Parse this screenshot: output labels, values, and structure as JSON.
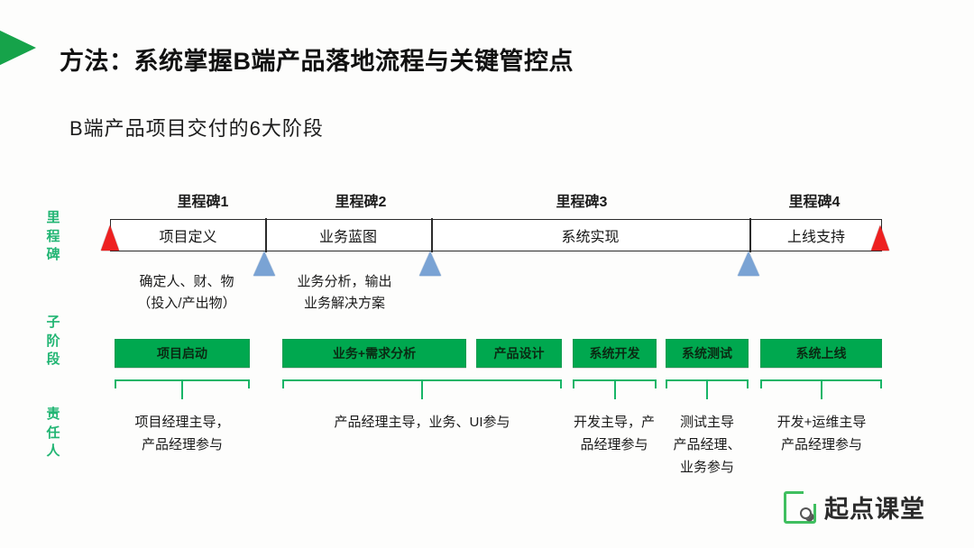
{
  "header": {
    "title": "方法：系统掌握B端产品落地流程与关键管控点",
    "subtitle": "B端产品项目交付的6大阶段",
    "decoration_icon": "green-triangle-icon",
    "accent_color": "#16a34a"
  },
  "rail": {
    "milestone": "里程碑",
    "substage": "子阶段",
    "owner": "责任人",
    "color": "#21b573"
  },
  "milestones": [
    {
      "label": "里程碑1",
      "stage": "项目定义",
      "desc_line1": "确定人、财、物",
      "desc_line2": "（投入/产出物）"
    },
    {
      "label": "里程碑2",
      "stage": "业务蓝图",
      "desc_line1": "业务分析，输出",
      "desc_line2": "业务解决方案"
    },
    {
      "label": "里程碑3",
      "stage": "系统实现",
      "desc_line1": "",
      "desc_line2": ""
    },
    {
      "label": "里程碑4",
      "stage": "上线支持",
      "desc_line1": "",
      "desc_line2": ""
    }
  ],
  "markers": {
    "start_marker": "red-triangle-marker",
    "end_marker": "red-triangle-marker",
    "mid_marker": "blue-triangle-marker",
    "red_color": "#ee2020",
    "blue_color": "#7aa3d4"
  },
  "substages": [
    {
      "label": "项目启动"
    },
    {
      "label": "业务+需求分析"
    },
    {
      "label": "产品设计"
    },
    {
      "label": "系统开发"
    },
    {
      "label": "系统测试"
    },
    {
      "label": "系统上线"
    }
  ],
  "substage_color": "#00a84f",
  "owners": [
    {
      "line1": "项目经理主导，",
      "line2": "产品经理参与",
      "line3": ""
    },
    {
      "line1": "产品经理主导，业务、UI参与",
      "line2": "",
      "line3": ""
    },
    {
      "line1": "开发主导，产",
      "line2": "品经理参与",
      "line3": ""
    },
    {
      "line1": "测试主导",
      "line2": "产品经理、",
      "line3": "业务参与"
    },
    {
      "line1": "开发+运维主导",
      "line2": "产品经理参与",
      "line3": ""
    }
  ],
  "logo": {
    "text": "起点课堂",
    "mark_icon": "magnifier-square-logo-icon",
    "color": "#3fbf5f"
  }
}
